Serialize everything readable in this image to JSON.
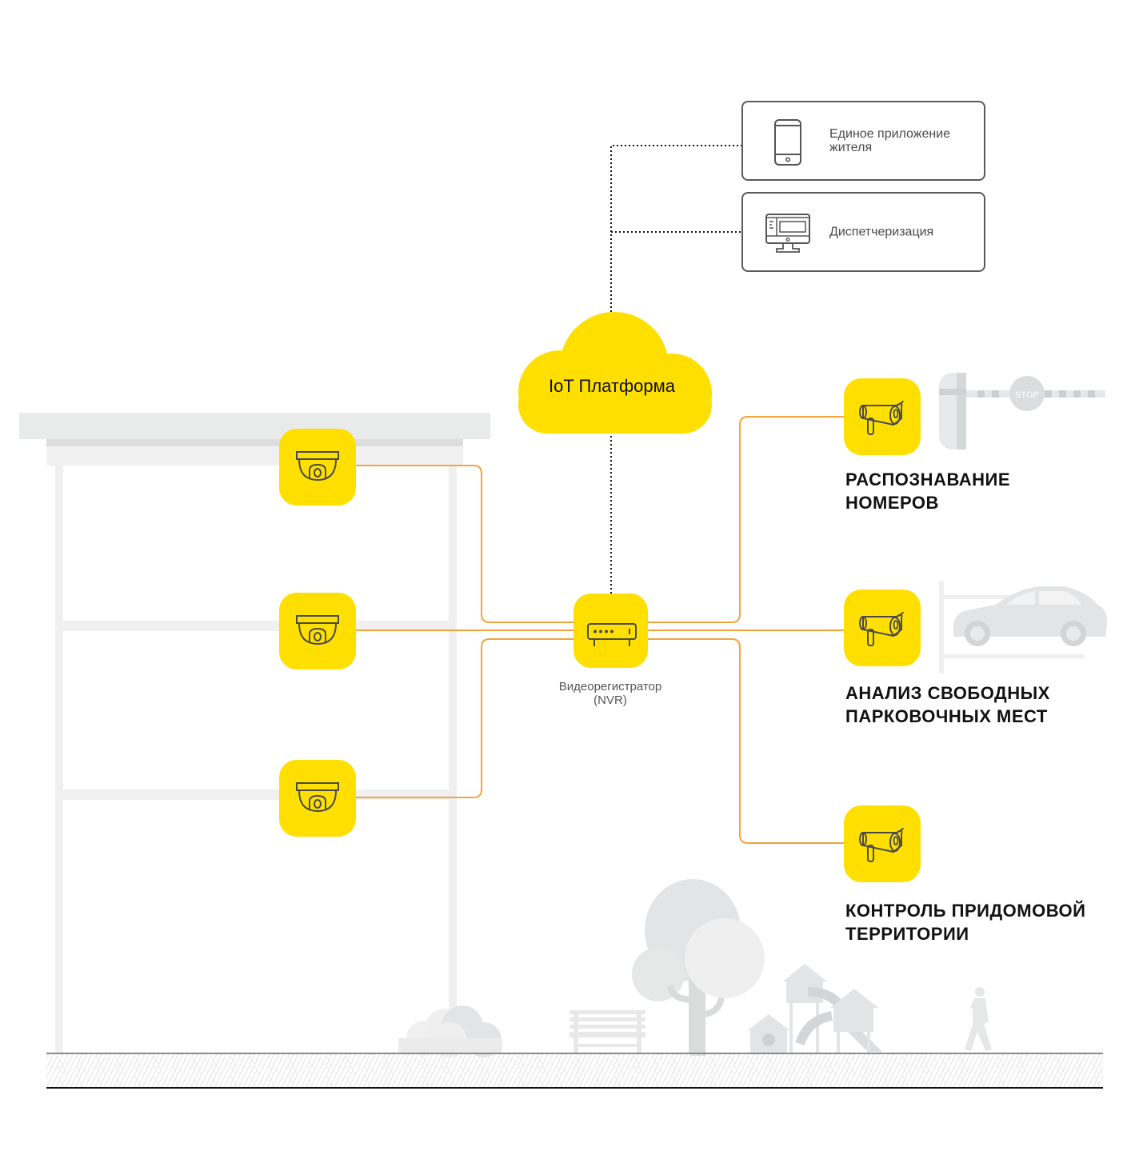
{
  "diagram": {
    "colors": {
      "accent_yellow": "#FFDF00",
      "connector_orange": "#F7A23B",
      "dotted_link": "#111111",
      "card_border": "#5a5a5a",
      "scenery_gray": "#E4E5E6"
    },
    "services": [
      {
        "label": "Единое приложение\nжителя",
        "icon": "smartphone-icon"
      },
      {
        "label": "Диспетчеризация",
        "icon": "desktop-monitor-icon"
      }
    ],
    "platform": {
      "label": "IoT Платформа",
      "icon": "cloud-icon"
    },
    "recorder": {
      "label": "Видеорегистратор\n(NVR)",
      "icon": "nvr-device-icon"
    },
    "building_cameras": [
      {
        "icon": "dome-camera-icon"
      },
      {
        "icon": "dome-camera-icon"
      },
      {
        "icon": "dome-camera-icon"
      }
    ],
    "use_cases": [
      {
        "label": "РАСПОЗНАВАНИЕ\nНОМЕРОВ",
        "icon": "bullet-camera-icon",
        "illustration": "barrier-gate"
      },
      {
        "label": "АНАЛИЗ СВОБОДНЫХ\nПАРКОВОЧНЫХ МЕСТ",
        "icon": "bullet-camera-icon",
        "illustration": "parked-car"
      },
      {
        "label": "КОНТРОЛЬ ПРИДОМОВОЙ\nТЕРРИТОРИИ",
        "icon": "bullet-camera-icon",
        "illustration": "yard"
      }
    ],
    "barrier_sign": "STOP"
  }
}
